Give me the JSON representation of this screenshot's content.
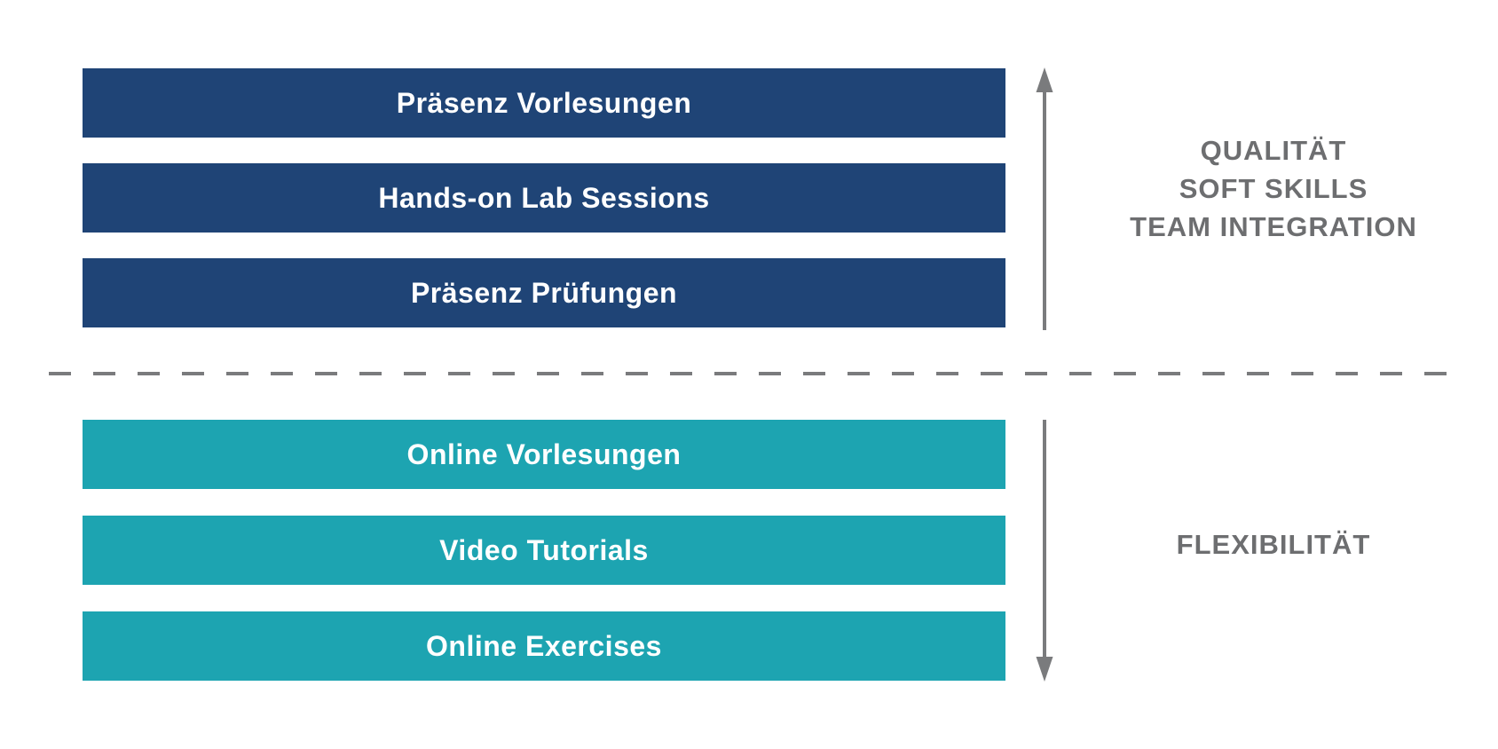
{
  "colors": {
    "navy": "#1f4476",
    "teal": "#1da4b1",
    "label-gray": "#6d6e70",
    "line-gray": "#7a7b7d"
  },
  "groups": [
    {
      "id": "praesenz",
      "color": "#1f4476",
      "bars": [
        {
          "label": "Präsenz Vorlesungen"
        },
        {
          "label": "Hands-on Lab Sessions"
        },
        {
          "label": "Präsenz Prüfungen"
        }
      ],
      "arrow_direction": "up",
      "side_label_lines": [
        "QUALITÄT",
        "SOFT SKILLS",
        "TEAM INTEGRATION"
      ]
    },
    {
      "id": "online",
      "color": "#1da4b1",
      "bars": [
        {
          "label": "Online Vorlesungen"
        },
        {
          "label": "Video Tutorials"
        },
        {
          "label": "Online Exercises"
        }
      ],
      "arrow_direction": "down",
      "side_label_lines": [
        "FLEXIBILITÄT"
      ]
    }
  ]
}
